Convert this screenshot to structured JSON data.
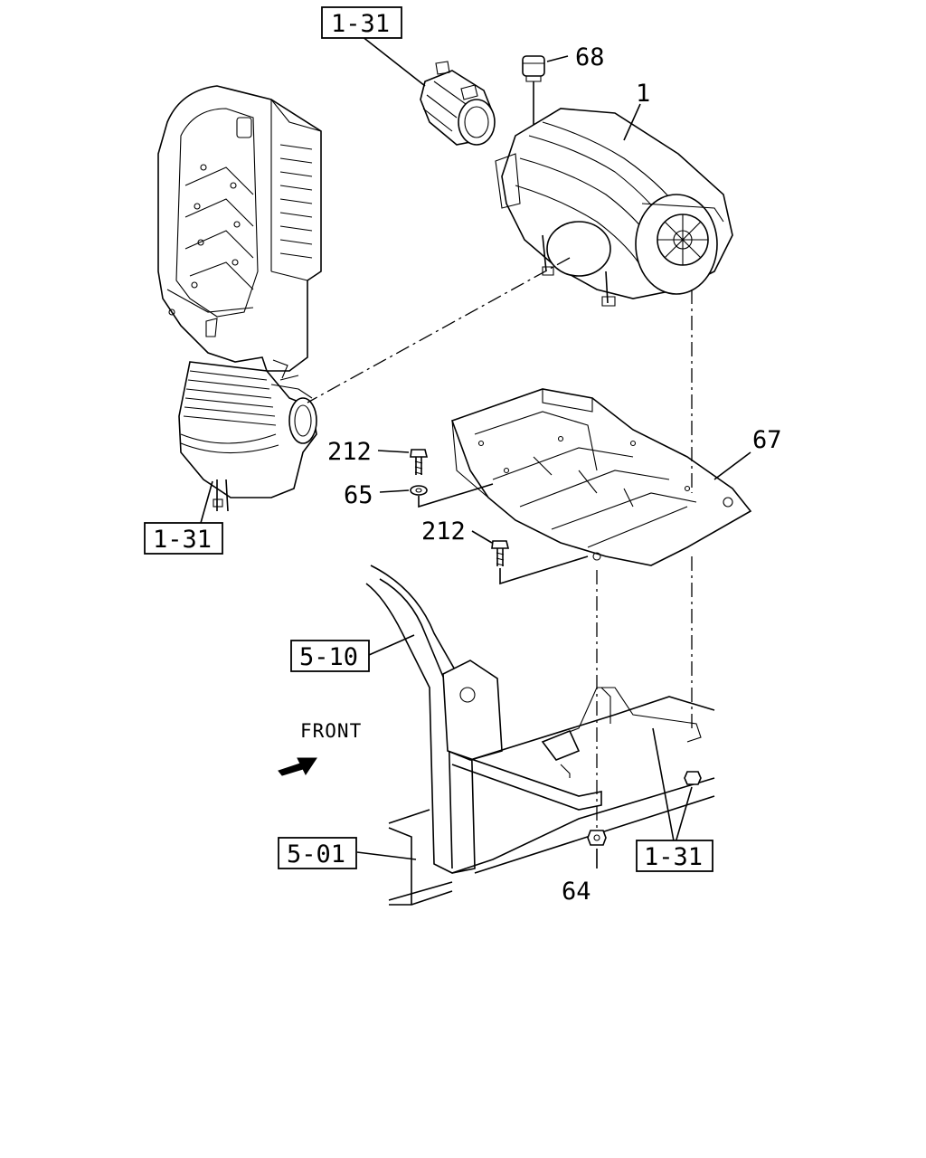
{
  "callouts": {
    "part_1": "1",
    "part_68": "68",
    "part_67": "67",
    "part_212_upper": "212",
    "part_65": "65",
    "part_212_lower": "212",
    "part_64": "64"
  },
  "references": {
    "ref_top": "1-31",
    "ref_left": "1-31",
    "ref_5_10": "5-10",
    "ref_5_01": "5-01",
    "ref_bottom_right": "1-31"
  },
  "direction": {
    "front_label": "FRONT",
    "arrow_icon": "front-arrow-icon"
  }
}
